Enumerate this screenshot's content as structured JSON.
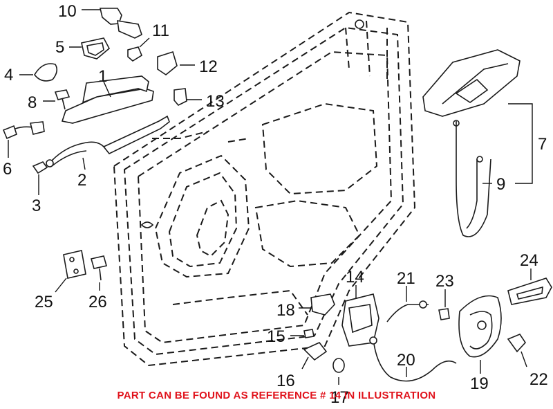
{
  "diagram": {
    "note": "PART CAN BE FOUND AS REFERENCE # 14 IN ILLUSTRATION",
    "note_color": "#e0121b",
    "line_color": "#1a1a1a",
    "background": "#ffffff",
    "callouts": {
      "c1": "1",
      "c2": "2",
      "c3": "3",
      "c4": "4",
      "c5": "5",
      "c6": "6",
      "c7": "7",
      "c8": "8",
      "c9": "9",
      "c10": "10",
      "c11": "11",
      "c12": "12",
      "c13": "13",
      "c14": "14",
      "c15": "15",
      "c16": "16",
      "c17": "17",
      "c18": "18",
      "c19": "19",
      "c20": "20",
      "c21": "21",
      "c22": "22",
      "c23": "23",
      "c24": "24",
      "c25": "25",
      "c26": "26"
    }
  }
}
